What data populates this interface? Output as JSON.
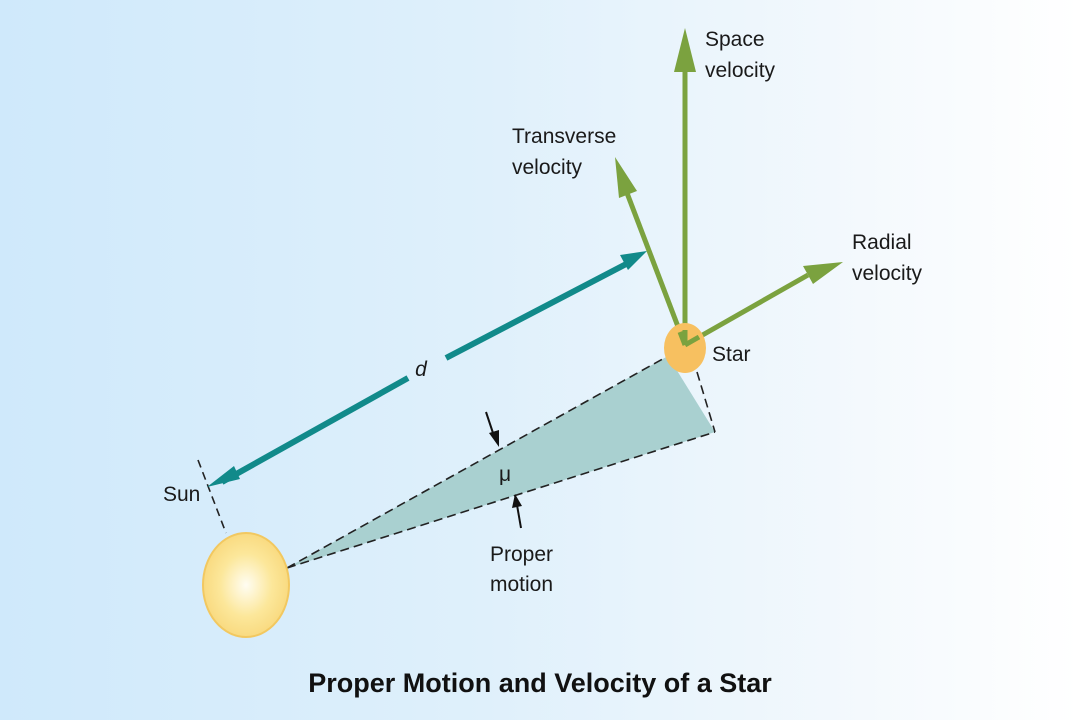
{
  "diagram": {
    "title": "Proper Motion and Velocity of a Star",
    "labels": {
      "sun": "Sun",
      "star": "Star",
      "distance": "d",
      "mu": "μ",
      "proper_motion_line1": "Proper",
      "proper_motion_line2": "motion",
      "space_velocity_line1": "Space",
      "space_velocity_line2": "velocity",
      "transverse_velocity_line1": "Transverse",
      "transverse_velocity_line2": "velocity",
      "radial_velocity_line1": "Radial",
      "radial_velocity_line2": "velocity"
    },
    "colors": {
      "velocity_arrows": "#7ba23f",
      "distance_arrow": "#118a8a",
      "wedge_fill": "#a9d0d0",
      "star_fill": "#f7c060",
      "sun_fill": "#fbe08a",
      "sun_edge": "#f2c860"
    }
  }
}
